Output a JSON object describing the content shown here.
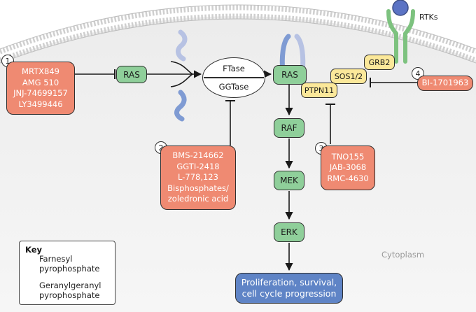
{
  "ras_left": "RAS",
  "ftase": "FTase",
  "ggtase": "GGTase",
  "ras_right": "RAS",
  "raf": "RAF",
  "mek": "MEK",
  "erk": "ERK",
  "ptpn11": "PTPN11",
  "sos": "SOS1/2",
  "grb2": "GRB2",
  "rtks": "RTKs",
  "cytoplasm": "Cytoplasm",
  "inhibitor_groups": [
    {
      "number": "1",
      "drugs": [
        "MRTX849",
        "AMG 510",
        "JNJ-74699157",
        "LY3499446"
      ]
    },
    {
      "number": "2",
      "drugs": [
        "BMS-214662",
        "GGTI-2418",
        "L-778,123",
        "Bisphosphates/",
        "zoledronic acid"
      ]
    },
    {
      "number": "3",
      "drugs": [
        "TNO155",
        "JAB-3068",
        "RMC-4630"
      ]
    },
    {
      "number": "4",
      "drugs": [
        "BI-1701963"
      ]
    }
  ],
  "outcome": [
    "Proliferation, survival,",
    "cell cycle progression"
  ],
  "key": {
    "title": "Key",
    "farnesyl": [
      "Farnesyl",
      "pyrophosphate"
    ],
    "geranylgeranyl": [
      "Geranylgeranyl",
      "pyrophosphate"
    ]
  },
  "colors": {
    "ras_pathway_node": "#8fcf9a",
    "adaptor_node": "#fbe89a",
    "inhibitor_box": "#ef8a72",
    "outcome_box": "#5f84c6",
    "farnesyl": "#b7c2e3",
    "geranylgeranyl": "#7f9bd3"
  }
}
